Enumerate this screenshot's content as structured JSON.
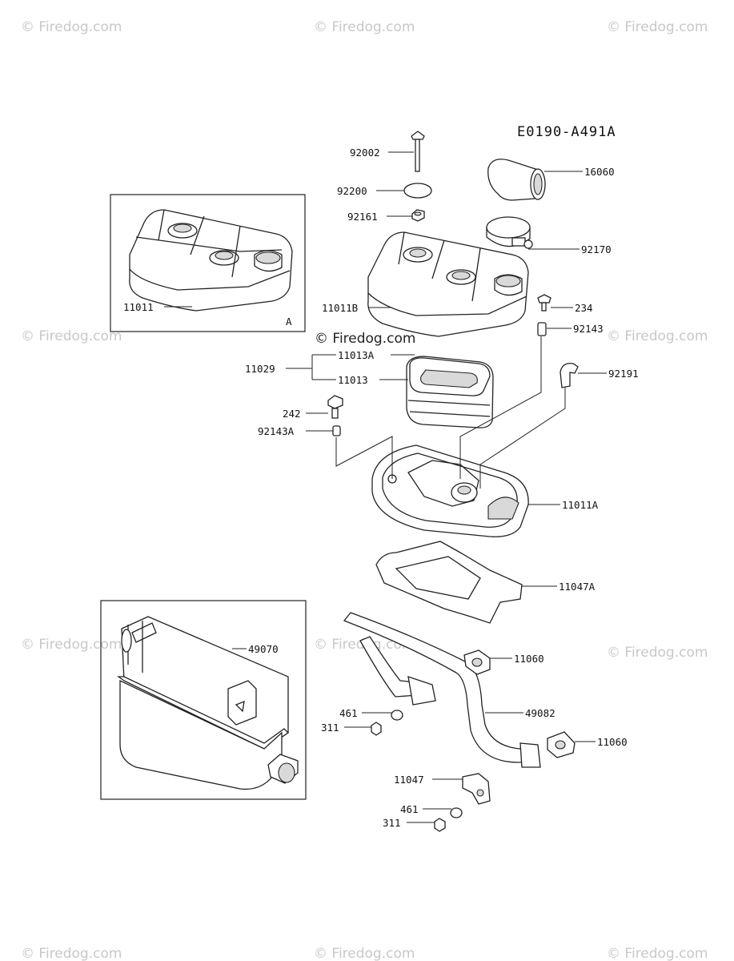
{
  "diagram_code": "E0190-A491A",
  "watermark": "© Firedog.com",
  "inset_letter": "A",
  "labels": {
    "p92002": "92002",
    "p92200": "92200",
    "p92161": "92161",
    "p16060": "16060",
    "p92170": "92170",
    "p11011": "11011",
    "p11011B": "11011B",
    "p234": "234",
    "p92143": "92143",
    "p11013A": "11013A",
    "p11029": "11029",
    "p11013": "11013",
    "p92191": "92191",
    "p242": "242",
    "p92143A": "92143A",
    "p11011A": "11011A",
    "p11047A": "11047A",
    "p49070": "49070",
    "p11060a": "11060",
    "p461a": "461",
    "p311a": "311",
    "p49082": "49082",
    "p11060b": "11060",
    "p11047": "11047",
    "p461b": "461",
    "p311b": "311"
  }
}
